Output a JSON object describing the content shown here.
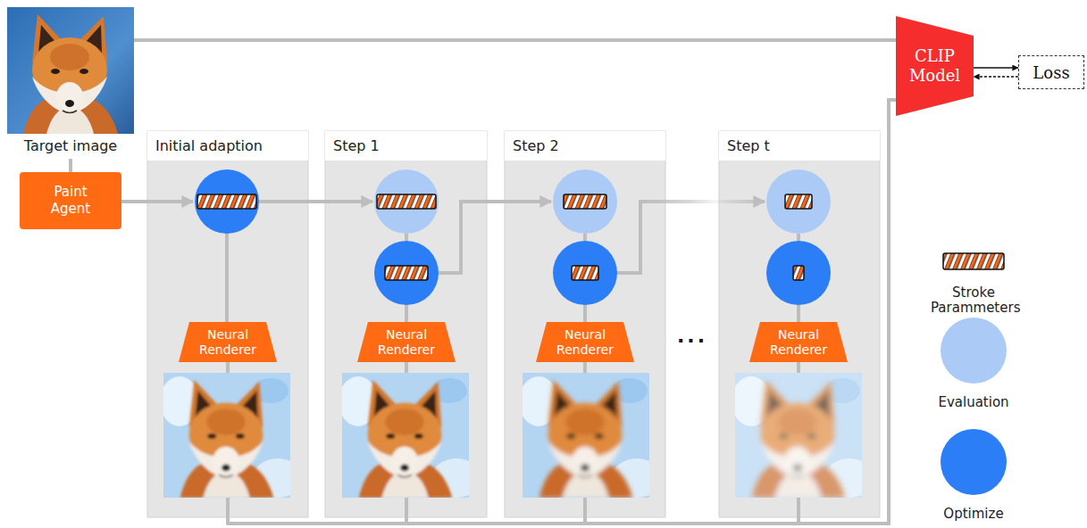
{
  "diagram": {
    "nodes": [
      {
        "text": [
          "Target image"
        ]
      },
      {
        "text": [
          "CLIP Model"
        ]
      },
      {
        "text": [
          "Loss"
        ]
      },
      {
        "text": [
          "Paint Agent"
        ]
      },
      {
        "text": [
          "Initial adaption"
        ]
      },
      {
        "text": [
          "Neural Renderer"
        ],
        "in": 4
      },
      {
        "text": [
          "Step 1"
        ]
      },
      {
        "text": [
          "Neural Renderer"
        ],
        "in": 6
      },
      {
        "text": [
          "Step 2"
        ]
      },
      {
        "text": [
          "Neural Renderer"
        ],
        "in": 8
      },
      {
        "text": [
          "Step t"
        ]
      },
      {
        "text": [
          "Neural Renderer"
        ],
        "in": 10
      }
    ],
    "edges": [
      {
        "from": 0,
        "to": 3,
        "arrow": "none"
      },
      {
        "from": 0,
        "to": 1,
        "arrow": "none"
      },
      {
        "from": 5,
        "to": 1,
        "arrow": "none"
      },
      {
        "from": 7,
        "to": 1,
        "arrow": "none"
      },
      {
        "from": 9,
        "to": 1,
        "arrow": "none"
      },
      {
        "from": 11,
        "to": 1,
        "arrow": "none"
      },
      {
        "from": 1,
        "to": 2,
        "arrow": "to"
      },
      {
        "from": 2,
        "to": 1,
        "arrow": "to"
      }
    ],
    "labels": [
      "..."
    ],
    "legend": [
      {
        "text": "Stroke Parammeters"
      },
      {
        "text": "Evaluation",
        "color": "#abcbf6"
      },
      {
        "text": "Optimize",
        "color": "#2b7ef6"
      }
    ]
  }
}
